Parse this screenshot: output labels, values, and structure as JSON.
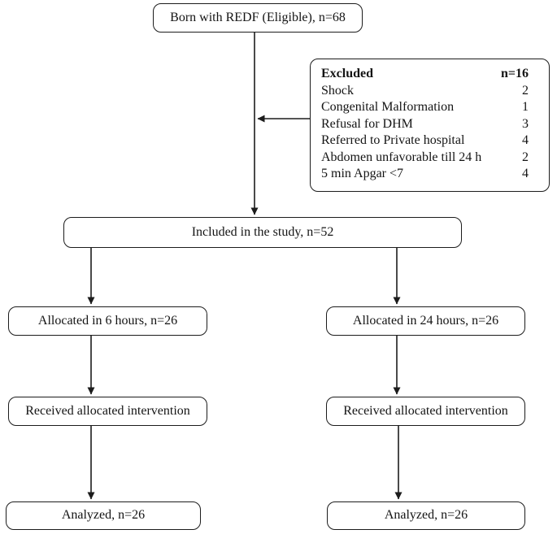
{
  "diagram": {
    "eligible": {
      "label": "Born with REDF (Eligible), n=68"
    },
    "excluded": {
      "title": "Excluded",
      "total": "n=16",
      "items": [
        {
          "label": "Shock",
          "count": "2"
        },
        {
          "label": "Congenital Malformation",
          "count": "1"
        },
        {
          "label": "Refusal for DHM",
          "count": "3"
        },
        {
          "label": "Referred to Private hospital",
          "count": "4"
        },
        {
          "label": "Abdomen unfavorable till 24 h",
          "count": "2"
        },
        {
          "label": "5 min Apgar <7",
          "count": "4"
        }
      ]
    },
    "included": {
      "label": "Included in the study, n=52"
    },
    "left_arm": {
      "allocated": "Allocated in 6 hours, n=26",
      "received": "Received allocated intervention",
      "analyzed": "Analyzed, n=26"
    },
    "right_arm": {
      "allocated": "Allocated in 24 hours, n=26",
      "received": "Received allocated intervention",
      "analyzed": "Analyzed, n=26"
    },
    "colors": {
      "line": "#1c1c1c",
      "text": "#141414",
      "background": "#ffffff"
    }
  }
}
